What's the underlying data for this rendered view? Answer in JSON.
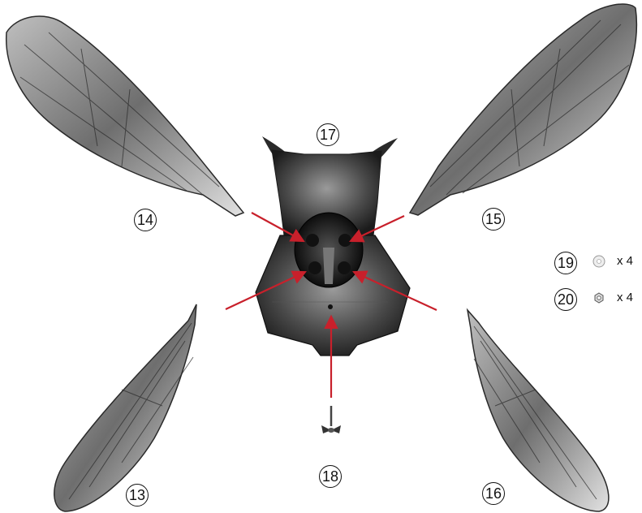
{
  "parts": {
    "wing_lower_left": "13",
    "wing_upper_left": "14",
    "wing_upper_right": "15",
    "wing_lower_right": "16",
    "body": "17",
    "wing_screw": "18",
    "washer": "19",
    "nut": "20"
  },
  "hardware": {
    "washer_qty": "x 4",
    "nut_qty": "x 4"
  },
  "colors": {
    "arrow": "#c8202b",
    "wing_dark": "#3a3a3a",
    "wing_light": "#d9d9d9",
    "body_dark": "#1e1e1e"
  }
}
